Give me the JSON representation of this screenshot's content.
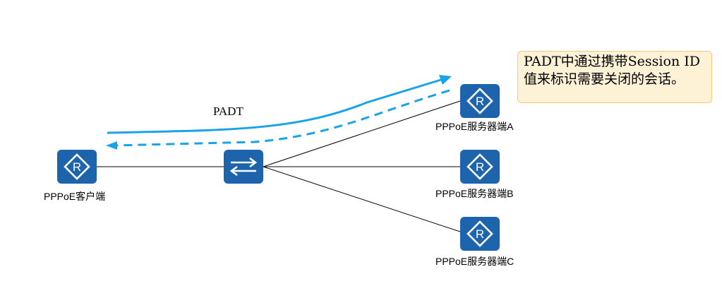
{
  "message_label": "PADT",
  "devices": {
    "client": {
      "label": "PPPoE客户端",
      "icon": "router-icon"
    },
    "switch": {
      "icon": "switch-icon"
    },
    "server_a": {
      "label": "PPPoE服务器端A",
      "icon": "router-icon"
    },
    "server_b": {
      "label": "PPPoE服务器端B",
      "icon": "router-icon"
    },
    "server_c": {
      "label": "PPPoE服务器端C",
      "icon": "router-icon"
    }
  },
  "callout": {
    "text": "PADT中通过携带Session ID值来标识需要关闭的会话。"
  },
  "colors": {
    "device_fill": "#1e64ad",
    "arrow": "#1aa3e6",
    "link": "#000000",
    "callout_bg": "#fdf1d6",
    "callout_border": "#f3c97d"
  }
}
